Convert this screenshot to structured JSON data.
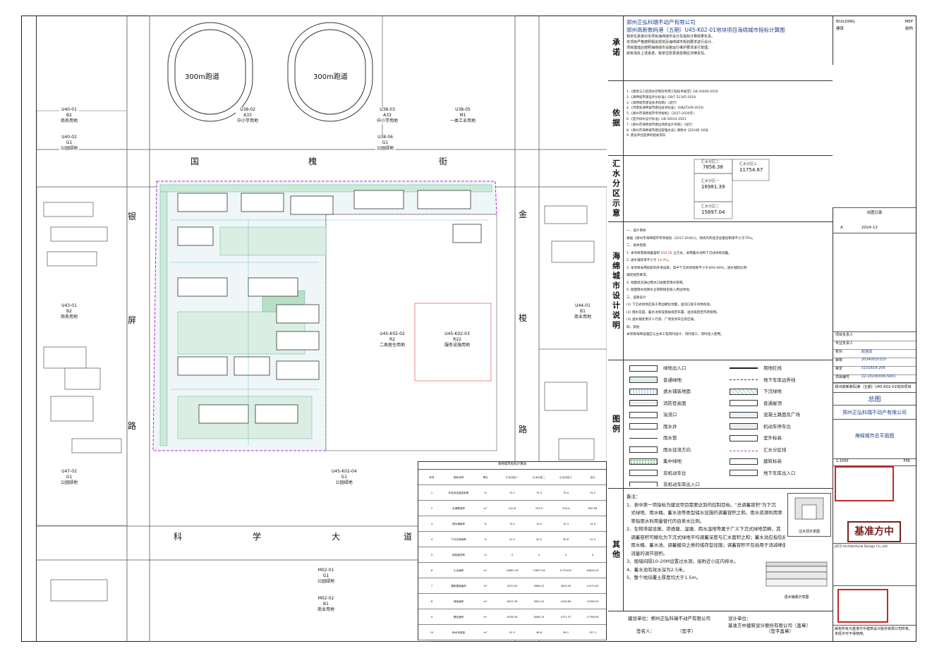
{
  "drawing_header": {
    "owner_line": "郑州正弘科瑞不动产有限公司",
    "project_line": "郑州高新数码港（五期）U45-K02-01地块项目海绵城市指标计算图"
  },
  "streets": {
    "north": [
      "国",
      "槐",
      "街"
    ],
    "west": [
      "银",
      "屏",
      "路"
    ],
    "east": [
      "金",
      "梭",
      "路"
    ],
    "south": [
      "科",
      "学",
      "大",
      "道"
    ]
  },
  "parcels": [
    {
      "code": "U40-01",
      "type": "B2",
      "use": "商务用地"
    },
    {
      "code": "U40-02",
      "type": "G1",
      "use": "公园绿地"
    },
    {
      "code": "U38-02",
      "type": "A33",
      "use": "中小学用地"
    },
    {
      "code": "U38-03",
      "type": "A33",
      "use": "中小学用地"
    },
    {
      "code": "U38-05",
      "type": "M1",
      "use": "一类工业用地"
    },
    {
      "code": "U38-06",
      "type": "G1",
      "use": "公园绿地"
    },
    {
      "code": "U43-01",
      "type": "B2",
      "use": "商务用地"
    },
    {
      "code": "U44-01",
      "type": "B1",
      "use": "商业用地"
    },
    {
      "code": "U45-K02-02",
      "type": "R2",
      "use": "二类居住用地"
    },
    {
      "code": "U45-K02-03",
      "type": "R22",
      "use": "服务设施用地"
    },
    {
      "code": "U45-K02-04",
      "type": "G1",
      "use": "公园绿地"
    },
    {
      "code": "U47-02",
      "type": "G1",
      "use": "公园绿地"
    },
    {
      "code": "M02-01",
      "type": "G1",
      "use": "公园绿地"
    },
    {
      "code": "M02-02",
      "type": "B1",
      "use": "商业用地"
    }
  ],
  "tracks": [
    {
      "label": "300m跑道"
    },
    {
      "label": "300m跑道"
    }
  ],
  "sections": {
    "commitment": {
      "title": "承诺",
      "lines": [
        "郑州正弘科瑞不动产有限公司",
        "郑州高新数码港（五期）U45-K02-01地块项目海绵城市指标计算图",
        "我单位承诺对本项目海绵城市设计及指标计算结果负责。",
        "本项目严格按照相关规范及海绵城市规划要求进行设计。",
        "项目建成后按照海绵城市设施运行维护要求进行管理。",
        "如有违反上述承诺，我单位愿意承担相应法律责任。"
      ]
    },
    "basis": {
      "title": "依据",
      "lines": [
        "1.《建筑与小区雨水控制及利用工程技术规范》GB 50400-2016",
        "2.《海绵城市建设评价标准》GB/T 51345-2018",
        "3.《海绵城市建设技术指南》（试行）",
        "4.《河南省海绵城市建设技术标准》（DBJ/T209-2019）",
        "5.《郑州市海绵城市专项规划》（2017-2030年）",
        "6.《室外排水设计标准》GB 50014-2021",
        "7.《郑州市海绵城市建设项目设计导则》（试行）",
        "8.《郑州市海绵城市建设管理办法》郑政文【2018】60号",
        "9. 建设单位提供的相关资料"
      ]
    },
    "catchment": {
      "title": "汇水分区示意",
      "zones": [
        {
          "name": "汇水分区二",
          "area": "7856.38"
        },
        {
          "name": "汇水分区三",
          "area": "11754.67"
        },
        {
          "name": "汇水分区一",
          "area": "16981.39"
        },
        {
          "name": "汇水分区二",
          "area": "15897.04"
        }
      ]
    },
    "sponge": {
      "title": "海绵城市设计说明",
      "lines": [
        "一、设计目标",
        "根据《郑州市海绵城市专项规划（2017-2030）》，地块内年径流总量控制率不小于75%。",
        "二、具体措施",
        "1. 本项目需要调蓄容积 650.56 立方米，采用蓄水池和下沉式绿地调蓄。",
        "2. 透水铺装率不小于 14.0%。",
        "3. 本项目采用低影响开发设施，其中下沉式绿地率不小于40%-60%，透水铺装比例",
        "   满足规范要求。",
        "4. 地面径流通过雨水口收集至雨水管网。",
        "5. 屋面雨水经雨水立管断接后排入周边绿地。",
        "三、设施设计",
        "(1) 下沉式绿地应低于周边硬化地面，溢流口高于绿地标高。",
        "(2) 雨水花园、蓄水池等设施按规范布置，溢流排放至市政管网。",
        "(3) 透水铺装用于人行道、广场及停车位等区域。",
        "四、其他",
        "本项目海绵设施应与主体工程同时设计、同时施工、同时投入使用。"
      ],
      "highlights": [
        "650.56",
        "14.0%"
      ]
    },
    "legend": {
      "title": "图例",
      "items": [
        {
          "label": "绿地出入口",
          "sw": "arrow"
        },
        {
          "label": "用地红线",
          "sw": "thickline"
        },
        {
          "label": "普通绿地",
          "sw": "green"
        },
        {
          "label": "地下车库边界线",
          "sw": "dashed"
        },
        {
          "label": "透水铺装地面",
          "sw": "hatch"
        },
        {
          "label": "下沉绿地",
          "sw": "greenhatch"
        },
        {
          "label": "消防登高面",
          "sw": "grid"
        },
        {
          "label": "普通屋顶",
          "sw": "plain"
        },
        {
          "label": "溢流口",
          "sw": "box"
        },
        {
          "label": "混凝土路面及广场",
          "sw": "blue"
        },
        {
          "label": "雨水井",
          "sw": "circle"
        },
        {
          "label": "机动车停车位",
          "sw": "gray"
        },
        {
          "label": "雨水管",
          "sw": "line"
        },
        {
          "label": "室外标高",
          "sw": "elev"
        },
        {
          "label": "雨水径流方向",
          "sw": "flow"
        },
        {
          "label": "汇水分区线",
          "sw": "pink"
        },
        {
          "label": "集中绿地",
          "sw": "dots"
        },
        {
          "label": "建筑标高",
          "sw": "tri"
        },
        {
          "label": "非机动车位",
          "sw": "bike"
        },
        {
          "label": "地下车库出入口",
          "sw": "tri2"
        },
        {
          "label": "非机动车库出入口",
          "sw": "arrow2"
        }
      ]
    },
    "other": {
      "title": "其他",
      "lines": [
        "备注：",
        "1、表中第一项指标为建设项目需要达到的控制目标。\"总调蓄容积\"为下沉",
        "   式绿地、雨水桶、蓄水池等类型储水设施的调蓄容积之和。雨水资源利用率",
        "   率指雨水利用量替代的自来水比例。",
        "2、生物滞留设施、渗透塘、湿塘、雨水湿地等属于广义下沉式绿地范畴，其",
        "   调蓄容积可概化为下沉式绿地平均调蓄深度与汇水面积之和；蓄水池应指包括",
        "   雨水桶、蓄水池、调蓄模块之类的储存型设施；调蓄容积不包括用于消减峰值",
        "   流量的调节容积。",
        "3、围墙间隔10-20M设置过水洞，接附近小区内排水。",
        "4、蓄水池有效水深为2.5米。",
        "5、整个地块覆土厚度均大于1.5m。"
      ],
      "detail_labels": [
        "过水洞示意图",
        "透水铺装示意图"
      ]
    }
  },
  "bottom": {
    "builder_label": "建设单位：",
    "builder": "郑州正弘科瑞不动产有限公司",
    "design_label": "设计单位：",
    "design": "基准方中建筑设计股份有限公司（盖章）",
    "legal_label": "签名人：",
    "sign": "（签字）",
    "stamp_label": "（签字盖章）"
  },
  "title_block": {
    "top": [
      "BUILDING",
      "建筑",
      "MEP",
      "结构"
    ],
    "rev_header": "出图记录",
    "rev_num": "A",
    "rev_date": "2024-12",
    "fields": [
      {
        "k": "项目负责人",
        "v": ""
      },
      {
        "k": "专业负责人",
        "v": ""
      },
      {
        "k": "校对",
        "v": "赵连成"
      },
      {
        "k": "审核",
        "v": "20240510315"
      },
      {
        "k": "审定",
        "v": "5101619-209"
      },
      {
        "k": "项目编号",
        "v": "ZZ-20240006-S001"
      }
    ],
    "project": "郑州高新数码港（五期）U45-K02-01地块项目",
    "sub_project": "总图",
    "client": "郑州正弘科瑞不动产有限公司",
    "drawing_title": "海绵城市总平面图",
    "scale": "1:1000",
    "sheet_no": "P06",
    "company": "基准方中",
    "company_en": "JZFZ Architectural Design Co.,Ltd.",
    "footer": "版权所有为基准方中建筑设计股份有限公司所有，未经许可不得使用。"
  },
  "table": {
    "title": "海绵城市指标计算表",
    "headers": [
      "序号",
      "指标名称",
      "单位",
      "汇水分区一",
      "汇水分区二",
      "汇水分区三",
      "合计"
    ],
    "rows": [
      [
        "1",
        "年径流总量控制率",
        "%",
        "75.1",
        "75.3",
        "75.0",
        "75.2"
      ],
      [
        "2",
        "总调蓄容积",
        "m³",
        "210.6",
        "223.5",
        "216.4",
        "650.56"
      ],
      [
        "3",
        "透水铺装率",
        "%",
        "14.2",
        "14.0",
        "14.3",
        "14.0"
      ],
      [
        "4",
        "下沉式绿地率",
        "%",
        "41.2",
        "42.0",
        "40.8",
        "41.3"
      ],
      [
        "5",
        "绿色屋顶率",
        "%",
        "0",
        "0",
        "0",
        "0"
      ],
      [
        "6",
        "汇水面积",
        "m²",
        "16981.39",
        "15897.04",
        "11754.67",
        "44633.10"
      ],
      [
        "7",
        "建筑屋面面积",
        "m²",
        "4210.50",
        "3988.20",
        "2876.30",
        "11075.00"
      ],
      [
        "8",
        "绿地面积",
        "m²",
        "6012.30",
        "5620.10",
        "4156.80",
        "15789.20"
      ],
      [
        "9",
        "硬化面积",
        "m²",
        "6758.59",
        "6288.74",
        "4721.57",
        "17768.90"
      ],
      [
        "10",
        "雨水利用量",
        "m³",
        "52.3",
        "48.6",
        "36.2",
        "137.1"
      ]
    ]
  }
}
